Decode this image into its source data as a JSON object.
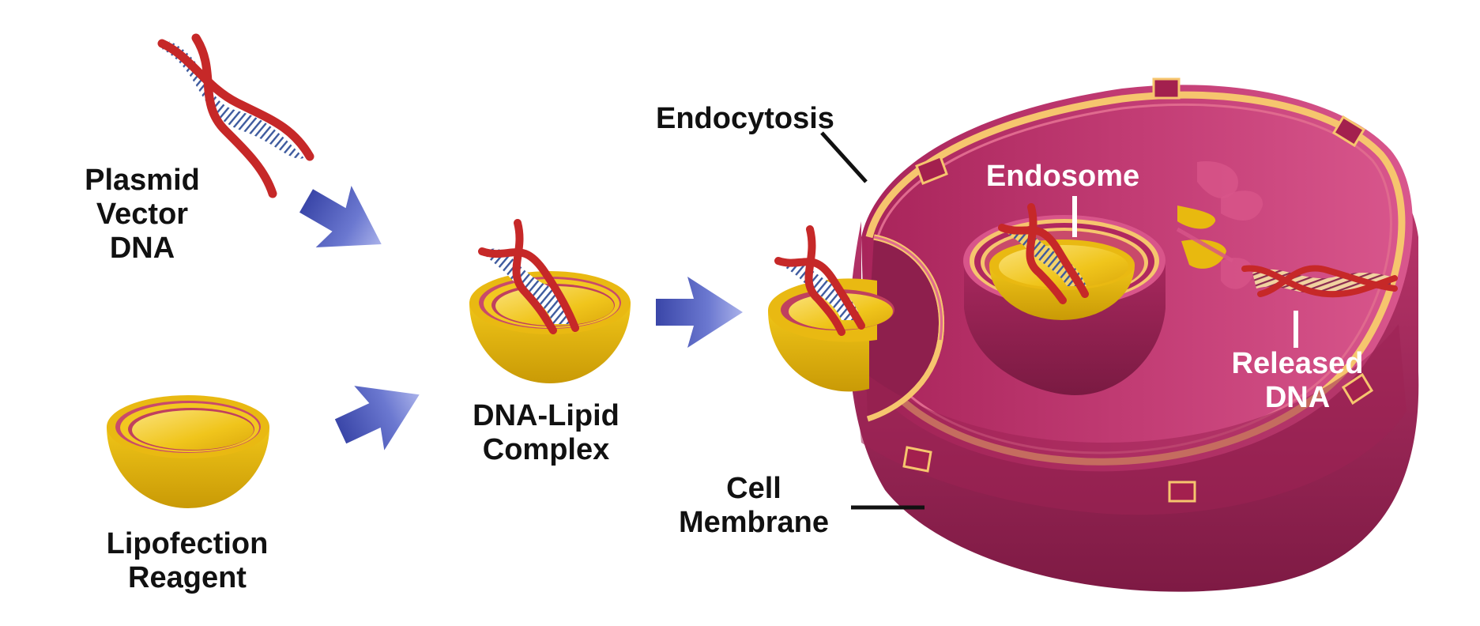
{
  "labels": {
    "plasmid": [
      "Plasmid",
      "Vector",
      "DNA"
    ],
    "lipofection": [
      "Lipofection",
      "Reagent"
    ],
    "complex": [
      "DNA-Lipid",
      "Complex"
    ],
    "endocytosis": "Endocytosis",
    "endosome": "Endosome",
    "released": [
      "Released",
      "DNA"
    ],
    "membrane": [
      "Cell",
      "Membrane"
    ]
  },
  "colors": {
    "dna_strand": "#c62828",
    "dna_stripe": "#3d5a9e",
    "lipid_yellow": "#e8b90f",
    "lipid_inner": "#f7d43a",
    "lipid_rim_pink": "#c94a6a",
    "arrow_blue": "#4a57b8",
    "cell_magenta": "#b0285f",
    "cell_top": "#cc4a80",
    "membrane_band": "#f6c56e",
    "label_dark": "#111111",
    "label_light": "#ffffff"
  },
  "icons": [
    "dna-helix-icon",
    "lipid-vesicle-icon",
    "arrow-right-icon",
    "cell-icon"
  ]
}
